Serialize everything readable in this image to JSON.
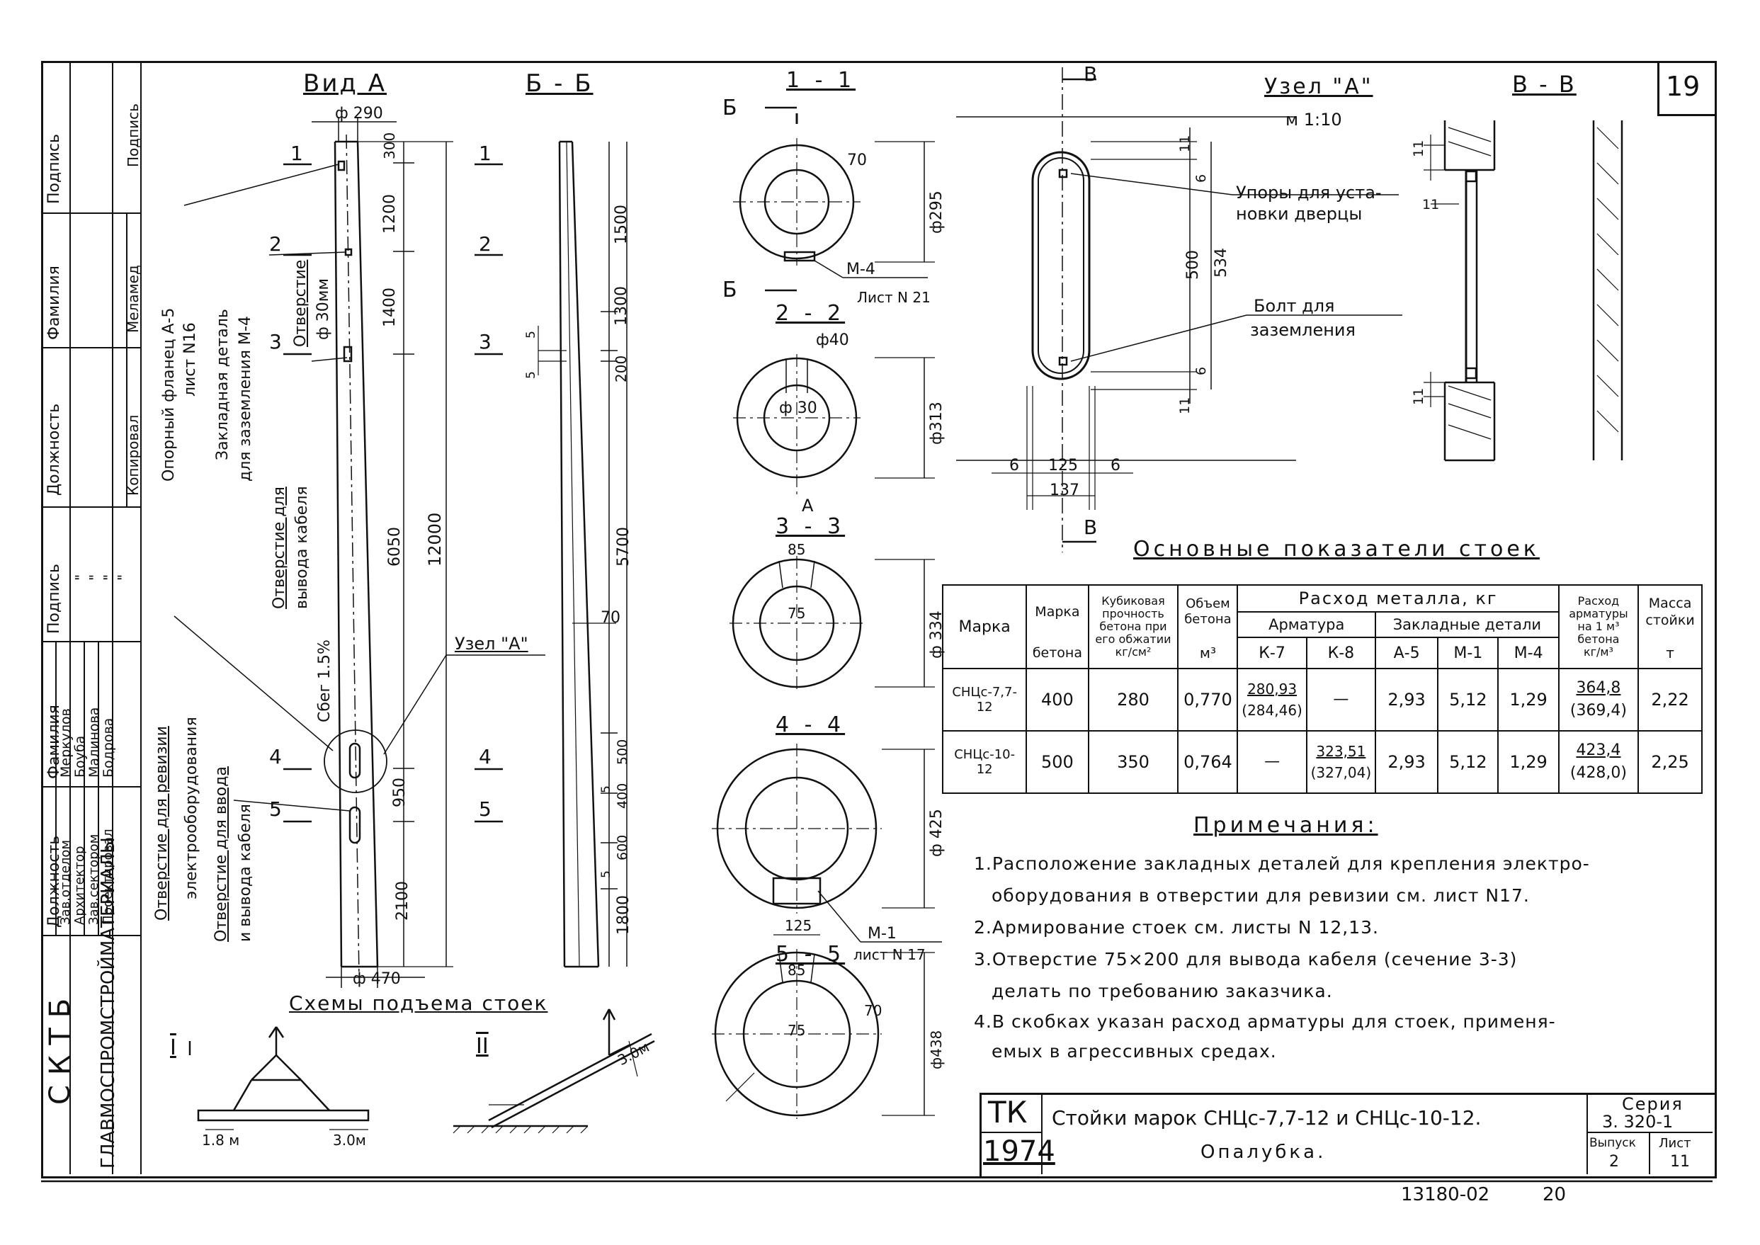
{
  "sheet": {
    "number": "19",
    "footer_code": "13180-02",
    "footer_page": "20"
  },
  "side_stamp": {
    "left_col_headers": [
      "Подпись",
      "Фамилия",
      "Должность",
      "Подпись",
      "Фамилия",
      "Должность"
    ],
    "right_col": [
      "Подпись",
      "Меламед",
      "Копировал"
    ],
    "sign_marks": [
      "\"",
      "\"",
      "\"",
      "\""
    ],
    "signers": [
      {
        "role": "Зав.отделом",
        "name": "Меркулов"
      },
      {
        "role": "Архитектор",
        "name": "Боуба"
      },
      {
        "role": "Зав.сектором",
        "name": "Малинова"
      },
      {
        "role": "Проектировал",
        "name": "Бодрова"
      }
    ],
    "org_short": "СКТБ",
    "org_full": "ГЛАВМОСПРОМСТРОЙМАТЕРИАЛЫ"
  },
  "view_a": {
    "title": "Вид А",
    "top_dia": "ф 290",
    "bottom_dia": "ф 470",
    "dims": [
      "300",
      "1200",
      "1400",
      "6050",
      "12000",
      "950",
      "2100"
    ],
    "cut_marks": [
      "1",
      "2",
      "3",
      "4",
      "5"
    ],
    "labels": {
      "flange": [
        "Опорный фланец А-5",
        "лист N16"
      ],
      "embedded": [
        "Закладная деталь",
        "для заземления М-4"
      ],
      "hole30": [
        "Отверстие",
        "ф 30мм"
      ],
      "cable_out": [
        "Отверстие для",
        "вывода кабеля"
      ],
      "slope": "Сбег 1.5%",
      "revision": [
        "Отверстие для ревизии",
        "электрооборудования"
      ],
      "cable_in": [
        "Отверстие для ввода",
        "и вывода кабеля"
      ],
      "node": "Узел \"А\""
    }
  },
  "section_bb": {
    "title": "Б - Б",
    "dims": [
      "1500",
      "1300",
      "200",
      "5700",
      "70",
      "500",
      "400",
      "600",
      "1800"
    ],
    "small": [
      "5",
      "5",
      "5",
      "5"
    ]
  },
  "sections": [
    {
      "title": "1 - 1",
      "dia": "ф295",
      "extra": "70",
      "mark_b": "Б"
    },
    {
      "title": "2 - 2",
      "dia": "ф313",
      "extra": "ф40",
      "inner": "ф 30"
    },
    {
      "title": "3 - 3",
      "dia": "ф 334",
      "extra": "85",
      "inner": "75"
    },
    {
      "title": "4 - 4",
      "dia": "ф 425",
      "extra": "125"
    },
    {
      "title": "5 - 5",
      "dia": "ф438",
      "extra": "85",
      "inner": "75",
      "side": "70"
    }
  ],
  "section_notes": {
    "m4": [
      "М-4",
      "Лист N 21"
    ],
    "m1": [
      "М-1",
      "лист N 17"
    ],
    "arrow_a": "А"
  },
  "node_a": {
    "title": "Узел \"А\"",
    "scale": "м 1:10",
    "b_mark": "В",
    "dims": [
      "11",
      "6",
      "500",
      "534",
      "6",
      "11",
      "6",
      "125",
      "6",
      "137"
    ],
    "stops": [
      "Упоры для уста-",
      "новки дверцы"
    ],
    "bolt": [
      "Болт для",
      "заземления"
    ]
  },
  "section_vv": {
    "title": "В - В",
    "dims": [
      "11",
      "11",
      "11"
    ]
  },
  "lifting": {
    "title": "Схемы подъема стоек",
    "scheme1": "I",
    "scheme2": "II",
    "dim1": "1.8 м",
    "dim2": "3.0м",
    "dim3": "3.0м"
  },
  "indicators": {
    "title": "Основные показатели стоек",
    "header": {
      "mark": "Марка",
      "concrete_mark": [
        "Марка",
        "бетона"
      ],
      "strength": [
        "Кубиковая",
        "прочность",
        "бетона при",
        "его обжатии",
        "кг/см²"
      ],
      "volume": [
        "Объем",
        "бетона",
        "м³"
      ],
      "metal": "Расход металла, кг",
      "rebar": "Арматура",
      "embedded": "Закладные детали",
      "rebar_per_m3": [
        "Расход",
        "арматуры",
        "на 1 м³",
        "бетона",
        "кг/м³"
      ],
      "mass": [
        "Масса",
        "стойки",
        "т"
      ],
      "k7": "К-7",
      "k8": "К-8",
      "a5": "А-5",
      "m1": "М-1",
      "m4": "М-4"
    },
    "rows": [
      {
        "mark": "СНЦс-7,7-12",
        "concrete": "400",
        "strength": "280",
        "volume": "0,770",
        "k7": "280,93",
        "k7b": "(284,46)",
        "k8": "—",
        "k8b": "",
        "a5": "2,93",
        "m1": "5,12",
        "m4": "1,29",
        "per_m3": "364,8",
        "per_m3b": "(369,4)",
        "mass": "2,22"
      },
      {
        "mark": "СНЦс-10-12",
        "concrete": "500",
        "strength": "350",
        "volume": "0,764",
        "k7": "—",
        "k7b": "",
        "k8": "323,51",
        "k8b": "(327,04)",
        "a5": "2,93",
        "m1": "5,12",
        "m4": "1,29",
        "per_m3": "423,4",
        "per_m3b": "(428,0)",
        "mass": "2,25"
      }
    ]
  },
  "notes": {
    "title": "Примечания:",
    "lines": [
      "1.Расположение закладных деталей для крепления электро-",
      "оборудования в отверстии для ревизии см. лист N17.",
      "2.Армирование стоек см. листы N 12,13.",
      "3.Отверстие 75×200 для вывода кабеля (сечение 3-3)",
      "делать по требованию заказчика.",
      "4.В скобках указан расход арматуры для стоек, применя-",
      "емых в агрессивных средах."
    ]
  },
  "title_block": {
    "tk": "ТК",
    "year": "1974",
    "title": "Стойки марок СНЦс-7,7-12 и СНЦс-10-12.",
    "subtitle": "Опалубка.",
    "series_label": "Серия",
    "series": "3. 320-1",
    "issue_label": "Выпуск",
    "issue": "2",
    "sheet_label": "Лист",
    "sheet": "11"
  }
}
